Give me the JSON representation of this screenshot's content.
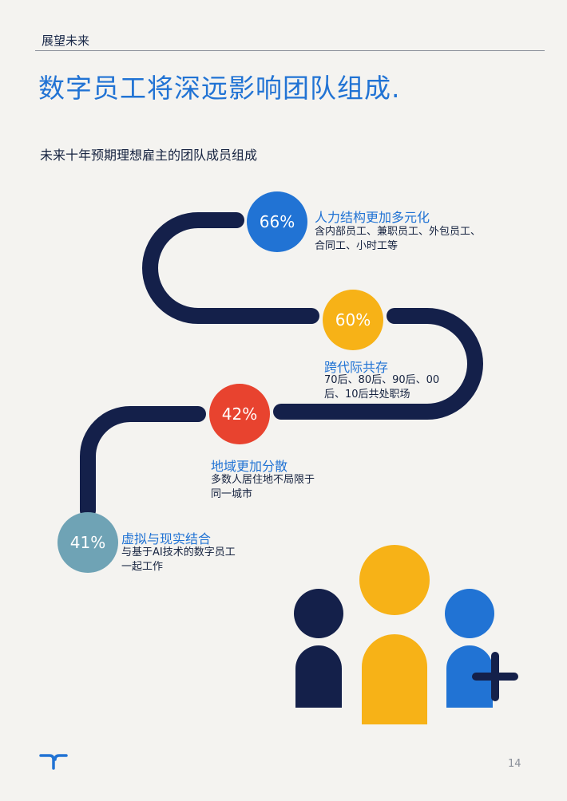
{
  "header": {
    "section": "展望未来",
    "title": "数字员工将深远影响团队组成."
  },
  "subtitle": "未来十年预期理想雇主的团队成员组成",
  "items": [
    {
      "percent": "66%",
      "title": "人力结构更加多元化",
      "desc_lines": [
        "含内部员工、兼职员工、外包员工、",
        "合同工、小时工等"
      ],
      "color": "#2173d4"
    },
    {
      "percent": "60%",
      "title": "跨代际共存",
      "desc_lines": [
        "70后、80后、90后、00",
        "后、10后共处职场"
      ],
      "color": "#f7b217"
    },
    {
      "percent": "42%",
      "title": "地域更加分散",
      "desc_lines": [
        "多数人居住地不局限于",
        "同一城市"
      ],
      "color": "#e8432f"
    },
    {
      "percent": "41%",
      "title": "虚拟与现实结合",
      "desc_lines": [
        "与基于AI技术的数字员工",
        "一起工作"
      ],
      "color": "#6fa3b5"
    }
  ],
  "colors": {
    "navy": "#14204a",
    "blue": "#2173d4",
    "yellow": "#f7b217",
    "red": "#e8432f",
    "teal": "#6fa3b5"
  },
  "icons": [
    "path-line",
    "people-group-icon",
    "logo-icon"
  ],
  "page_number": "14"
}
